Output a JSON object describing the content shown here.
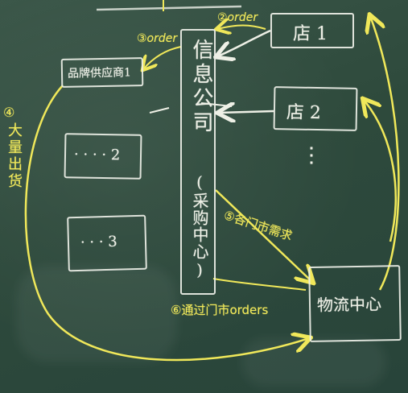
{
  "diagram": {
    "stores": [
      {
        "label": "店 1"
      },
      {
        "label": "店 2"
      }
    ],
    "store_ellipsis": "⋮",
    "brand": "品牌供应商1",
    "suppliers": [
      {
        "label": "· · · · 2"
      },
      {
        "label": "· · · 3"
      }
    ],
    "company": "信息公司",
    "company_note": "(采购中心)",
    "logistics": "物流中心",
    "annotations": {
      "order_from_stores": "②order",
      "order_to_brand": "③order",
      "bulk_shipping_num": "④",
      "bulk_shipping": "大量出货",
      "store_demand": "⑤各门市需求",
      "store_orders": "⑥通过门市orders"
    },
    "colors": {
      "board": "#2f4a3d",
      "chalk_white": "#eef0e6",
      "chalk_yellow": "#f0e85a"
    }
  }
}
